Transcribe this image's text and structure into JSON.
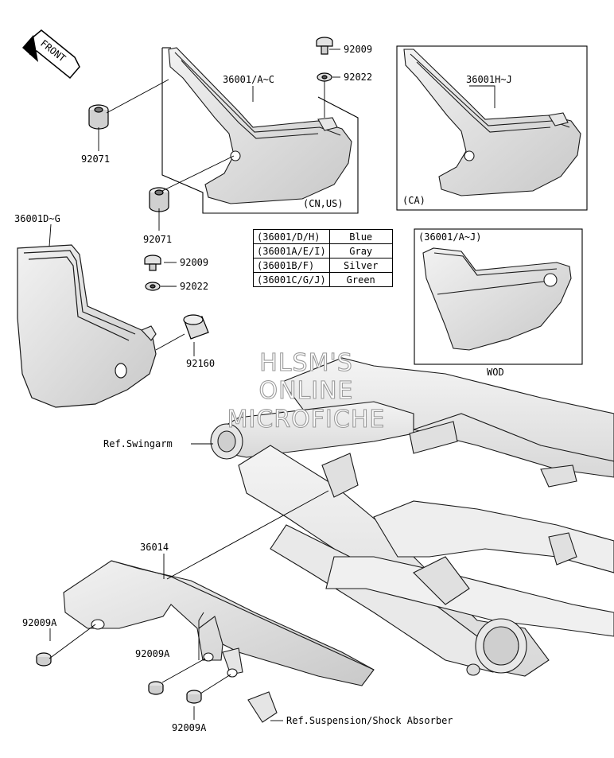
{
  "front_arrow_label": "FRONT",
  "labels": {
    "p_36001_a_c": "36001/A~C",
    "p_92009_top": "92009",
    "p_92022_top": "92022",
    "p_36001_h_j": "36001H~J",
    "p_92071_a": "92071",
    "p_92071_b": "92071",
    "p_36001_d_g": "36001D~G",
    "p_92009_mid": "92009",
    "p_92022_mid": "92022",
    "p_92160": "92160",
    "cn_us": "(CN,US)",
    "ca": "(CA)",
    "wod_header": "(36001/A~J)",
    "wod": "WOD",
    "ref_swingarm": "Ref.Swingarm",
    "p_36014": "36014",
    "p_92009a_1": "92009A",
    "p_92009a_2": "92009A",
    "p_92009a_3": "92009A",
    "ref_suspension": "Ref.Suspension/Shock Absorber"
  },
  "color_table": [
    {
      "code": "(36001/D/H)",
      "color": "Blue"
    },
    {
      "code": "(36001A/E/I)",
      "color": "Gray"
    },
    {
      "code": "(36001B/F)",
      "color": "Silver"
    },
    {
      "code": "(36001C/G/J)",
      "color": "Green"
    }
  ],
  "watermark": {
    "line1": "HLSM'S",
    "line2": "ONLINE",
    "line3": "MICROFICHE"
  }
}
